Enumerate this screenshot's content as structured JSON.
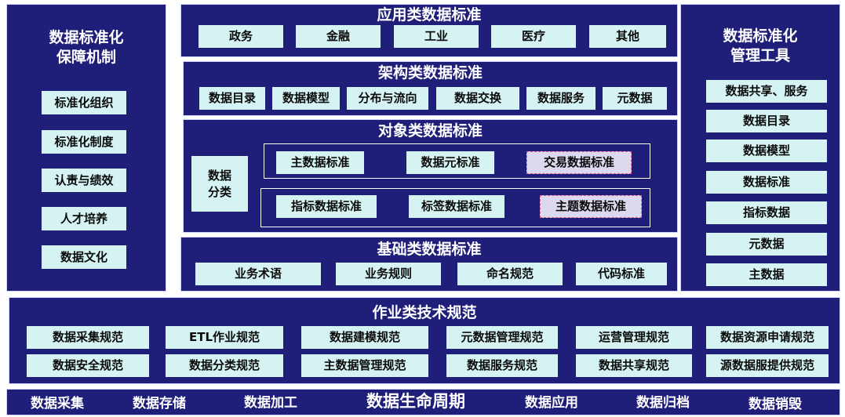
{
  "left_panel": {
    "title": "数据标准化\n保障机制",
    "items": [
      "标准化组织",
      "标准化制度",
      "认责与绩效",
      "人才培养",
      "数据文化"
    ]
  },
  "right_panel": {
    "title": "数据标准化\n管理工具",
    "items": [
      "数据共享、服务",
      "数据目录",
      "数据模型",
      "数据标准",
      "指标数据",
      "元数据",
      "主数据"
    ]
  },
  "application": {
    "title": "应用类数据标准",
    "items": [
      "政务",
      "金融",
      "工业",
      "医疗",
      "其他"
    ]
  },
  "architecture": {
    "title": "架构类数据标准",
    "items": [
      "数据目录",
      "数据模型",
      "分布与流向",
      "数据交换",
      "数据服务",
      "元数据"
    ]
  },
  "object": {
    "title": "对象类数据标准",
    "classify_label": "数据\n分类",
    "row1": [
      "主数据标准",
      "数据元标准",
      "交易数据标准"
    ],
    "row2": [
      "指标数据标准",
      "标签数据标准",
      "主题数据标准"
    ]
  },
  "basic": {
    "title": "基础类数据标准",
    "items": [
      "业务术语",
      "业务规则",
      "命名规范",
      "代码标准"
    ]
  },
  "operation": {
    "title": "作业类技术规范",
    "row1": [
      "数据采集规范",
      "ETL作业规范",
      "数据建模规范",
      "元数据管理规范",
      "运营管理规范",
      "数据资源申请规范"
    ],
    "row2": [
      "数据安全规范",
      "数据分类规范",
      "主数据管理规范",
      "数据服务规范",
      "数据共享规范",
      "源数据服提供规范"
    ]
  },
  "lifecycle": {
    "title": "数据生命周期",
    "stages": [
      "数据采集",
      "数据存储",
      "数据加工",
      "数据应用",
      "数据归档",
      "数据销毁"
    ]
  }
}
